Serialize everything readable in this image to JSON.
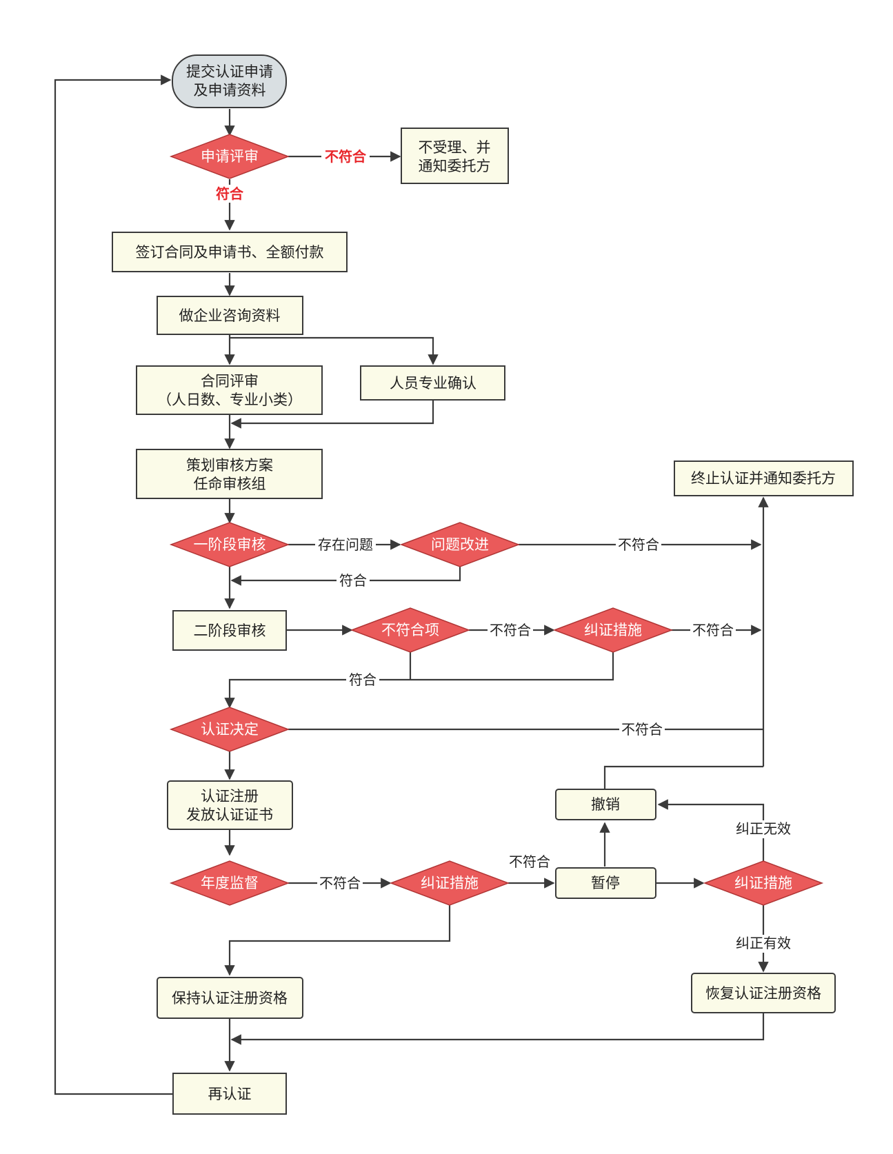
{
  "nodes": {
    "submit": [
      "提交认证申请",
      "及申请资料"
    ],
    "app_review": [
      "申请评审"
    ],
    "reject_notify": [
      "不受理、并",
      "通知委托方"
    ],
    "sign_contract": [
      "签订合同及申请书、全额付款"
    ],
    "consult_docs": [
      "做企业咨询资料"
    ],
    "contract_review": [
      "合同评审",
      "（人日数、专业小类）"
    ],
    "staff_confirm": [
      "人员专业确认"
    ],
    "plan_audit": [
      "策划审核方案",
      "任命审核组"
    ],
    "terminate": [
      "终止认证并通知委托方"
    ],
    "stage1": [
      "一阶段审核"
    ],
    "improve": [
      "问题改进"
    ],
    "stage2": [
      "二阶段审核"
    ],
    "nonconform_item": [
      "不符合项"
    ],
    "corrective1": [
      "纠证措施"
    ],
    "decision": [
      "认证决定"
    ],
    "register": [
      "认证注册",
      "发放认证证书"
    ],
    "revoke": [
      "撤销"
    ],
    "annual": [
      "年度监督"
    ],
    "corrective2": [
      "纠证措施"
    ],
    "suspend": [
      "暂停"
    ],
    "corrective3": [
      "纠证措施"
    ],
    "keep": [
      "保持认证注册资格"
    ],
    "restore": [
      "恢复认证注册资格"
    ],
    "recert": [
      "再认证"
    ]
  },
  "edge_labels": {
    "review_fail": "不符合",
    "review_pass": "符合",
    "has_issue": "存在问题",
    "improve_fail": "不符合",
    "improve_pass": "符合",
    "nc_fail": "不符合",
    "corr1_fail": "不符合",
    "stage2_pass": "符合",
    "decision_fail": "不符合",
    "annual_fail": "不符合",
    "corr2_fail": "不符合",
    "invalid": "纠正无效",
    "valid": "纠正有效"
  }
}
